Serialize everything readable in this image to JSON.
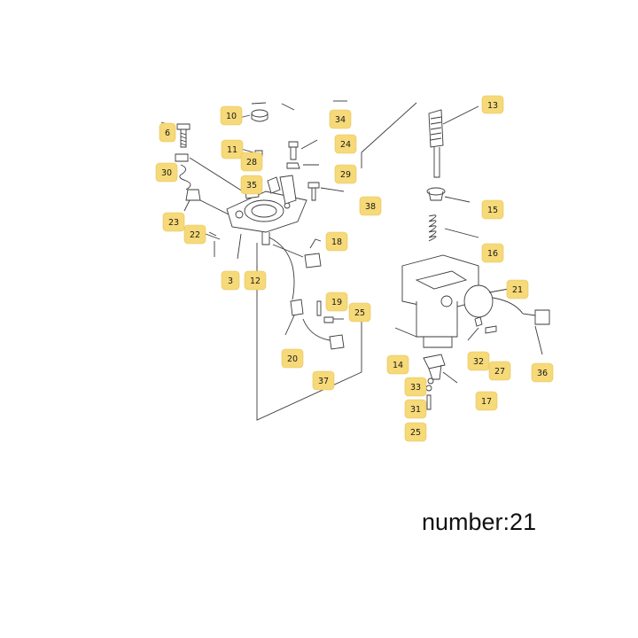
{
  "caption": "number:21",
  "callouts": [
    {
      "id": "10",
      "label": "10"
    },
    {
      "id": "34",
      "label": "34"
    },
    {
      "id": "13",
      "label": "13"
    },
    {
      "id": "6",
      "label": "6"
    },
    {
      "id": "24",
      "label": "24"
    },
    {
      "id": "11",
      "label": "11"
    },
    {
      "id": "28",
      "label": "28"
    },
    {
      "id": "30",
      "label": "30"
    },
    {
      "id": "29",
      "label": "29"
    },
    {
      "id": "35",
      "label": "35"
    },
    {
      "id": "38",
      "label": "38"
    },
    {
      "id": "15",
      "label": "15"
    },
    {
      "id": "23",
      "label": "23"
    },
    {
      "id": "22",
      "label": "22"
    },
    {
      "id": "18",
      "label": "18"
    },
    {
      "id": "16",
      "label": "16"
    },
    {
      "id": "3",
      "label": "3"
    },
    {
      "id": "12",
      "label": "12"
    },
    {
      "id": "21",
      "label": "21"
    },
    {
      "id": "19",
      "label": "19"
    },
    {
      "id": "25a",
      "label": "25"
    },
    {
      "id": "20",
      "label": "20"
    },
    {
      "id": "14",
      "label": "14"
    },
    {
      "id": "32",
      "label": "32"
    },
    {
      "id": "27",
      "label": "27"
    },
    {
      "id": "36",
      "label": "36"
    },
    {
      "id": "37",
      "label": "37"
    },
    {
      "id": "33",
      "label": "33"
    },
    {
      "id": "17",
      "label": "17"
    },
    {
      "id": "31",
      "label": "31"
    },
    {
      "id": "25b",
      "label": "25"
    }
  ]
}
